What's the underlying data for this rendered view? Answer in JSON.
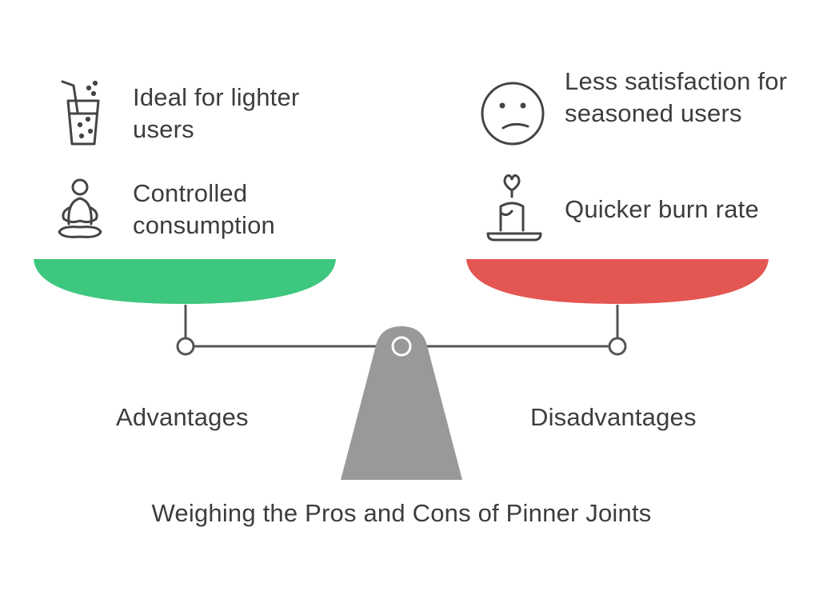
{
  "title": "Weighing the Pros and Cons of Pinner Joints",
  "advantages": {
    "label": "Advantages",
    "color": "#3ec77f",
    "items": [
      {
        "text": "Ideal for lighter users",
        "icon": "drink-glass-icon"
      },
      {
        "text": "Controlled consumption",
        "icon": "meditation-icon"
      }
    ]
  },
  "disadvantages": {
    "label": "Disadvantages",
    "color": "#e45652",
    "items": [
      {
        "text": "Less satisfaction for seasoned users",
        "icon": "sad-face-icon"
      },
      {
        "text": "Quicker burn rate",
        "icon": "candle-icon"
      }
    ]
  },
  "colors": {
    "beam": "#555555",
    "fulcrum": "#999999",
    "text": "#3d3d3d"
  }
}
